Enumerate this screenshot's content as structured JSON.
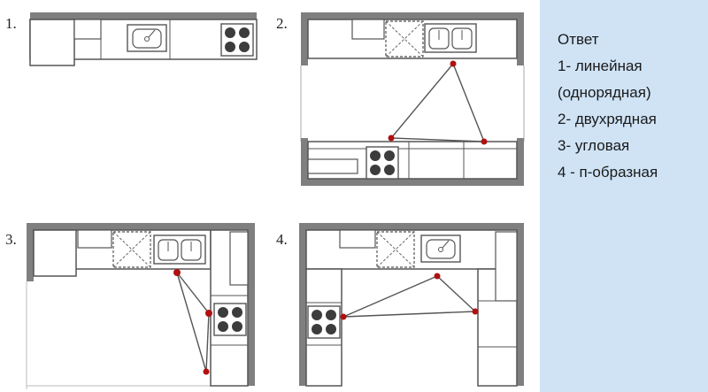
{
  "plans": [
    {
      "number": "1.",
      "name": "linear"
    },
    {
      "number": "2.",
      "name": "two-row"
    },
    {
      "number": "3.",
      "name": "corner"
    },
    {
      "number": "4.",
      "name": "u-shaped"
    }
  ],
  "answer": {
    "lines": [
      "Ответ",
      "1- линейная",
      "(однорядная)",
      "2- двухрядная",
      "3- угловая",
      "4 - п-образная"
    ]
  },
  "colors": {
    "panel_background": "#cfe3f5",
    "wall": "#7f7f7f",
    "line": "#555555",
    "work_point": "#b01010"
  }
}
